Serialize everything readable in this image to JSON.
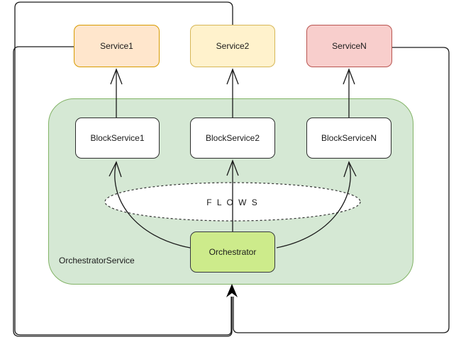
{
  "diagram": {
    "services": [
      {
        "label": "Service1",
        "fill": "#ffe6cc",
        "stroke": "#d79b00"
      },
      {
        "label": "Service2",
        "fill": "#fff2cc",
        "stroke": "#d6b656"
      },
      {
        "label": "ServiceN",
        "fill": "#f8cecc",
        "stroke": "#b85450"
      }
    ],
    "block_services": [
      {
        "label": "BlockService1",
        "fill": "#ffffff",
        "stroke": "#2d2d2d"
      },
      {
        "label": "BlockService2",
        "fill": "#ffffff",
        "stroke": "#2d2d2d"
      },
      {
        "label": "BlockServiceN",
        "fill": "#ffffff",
        "stroke": "#2d2d2d"
      }
    ],
    "orchestrator": {
      "label": "Orchestrator",
      "fill": "#cdeb8b",
      "stroke": "#36393d"
    },
    "container": {
      "label": "OrchestratorService",
      "fill": "#d5e8d4",
      "stroke": "#82b366"
    },
    "flows_ellipse": {
      "label": "F L O W S",
      "fill": "#ffffff",
      "stroke": "#333333"
    },
    "edge_color": "#1a1a1a"
  }
}
